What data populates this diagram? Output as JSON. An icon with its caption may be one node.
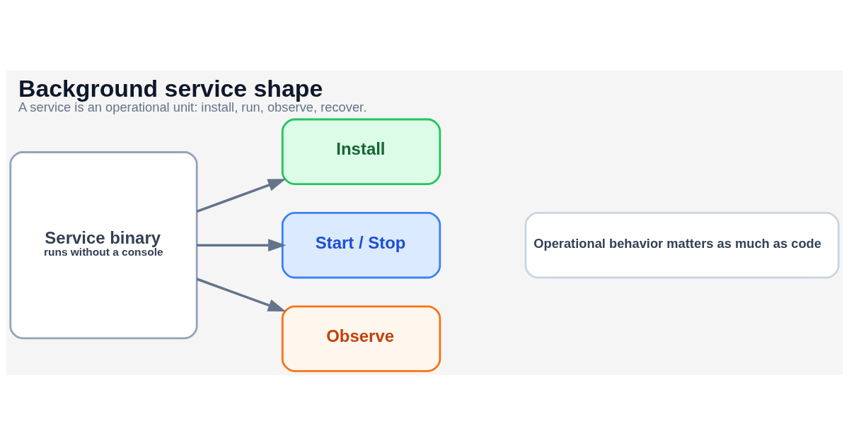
{
  "diagram": {
    "title": "Background service shape",
    "caption": "A service is an operational unit: install, run, observe, recover.",
    "nodes": [
      {
        "text": [
          "Service binary",
          "runs without a console"
        ]
      },
      {
        "text": [
          "Install"
        ]
      },
      {
        "text": [
          "Start / Stop"
        ]
      },
      {
        "text": [
          "Observe"
        ]
      },
      {
        "text": [
          "Operational behavior matters as much as code"
        ]
      }
    ],
    "edges": [
      {
        "from": 0,
        "to": 1,
        "arrow": "to"
      },
      {
        "from": 0,
        "to": 2,
        "arrow": "to"
      },
      {
        "from": 0,
        "to": 3,
        "arrow": "to"
      }
    ]
  }
}
